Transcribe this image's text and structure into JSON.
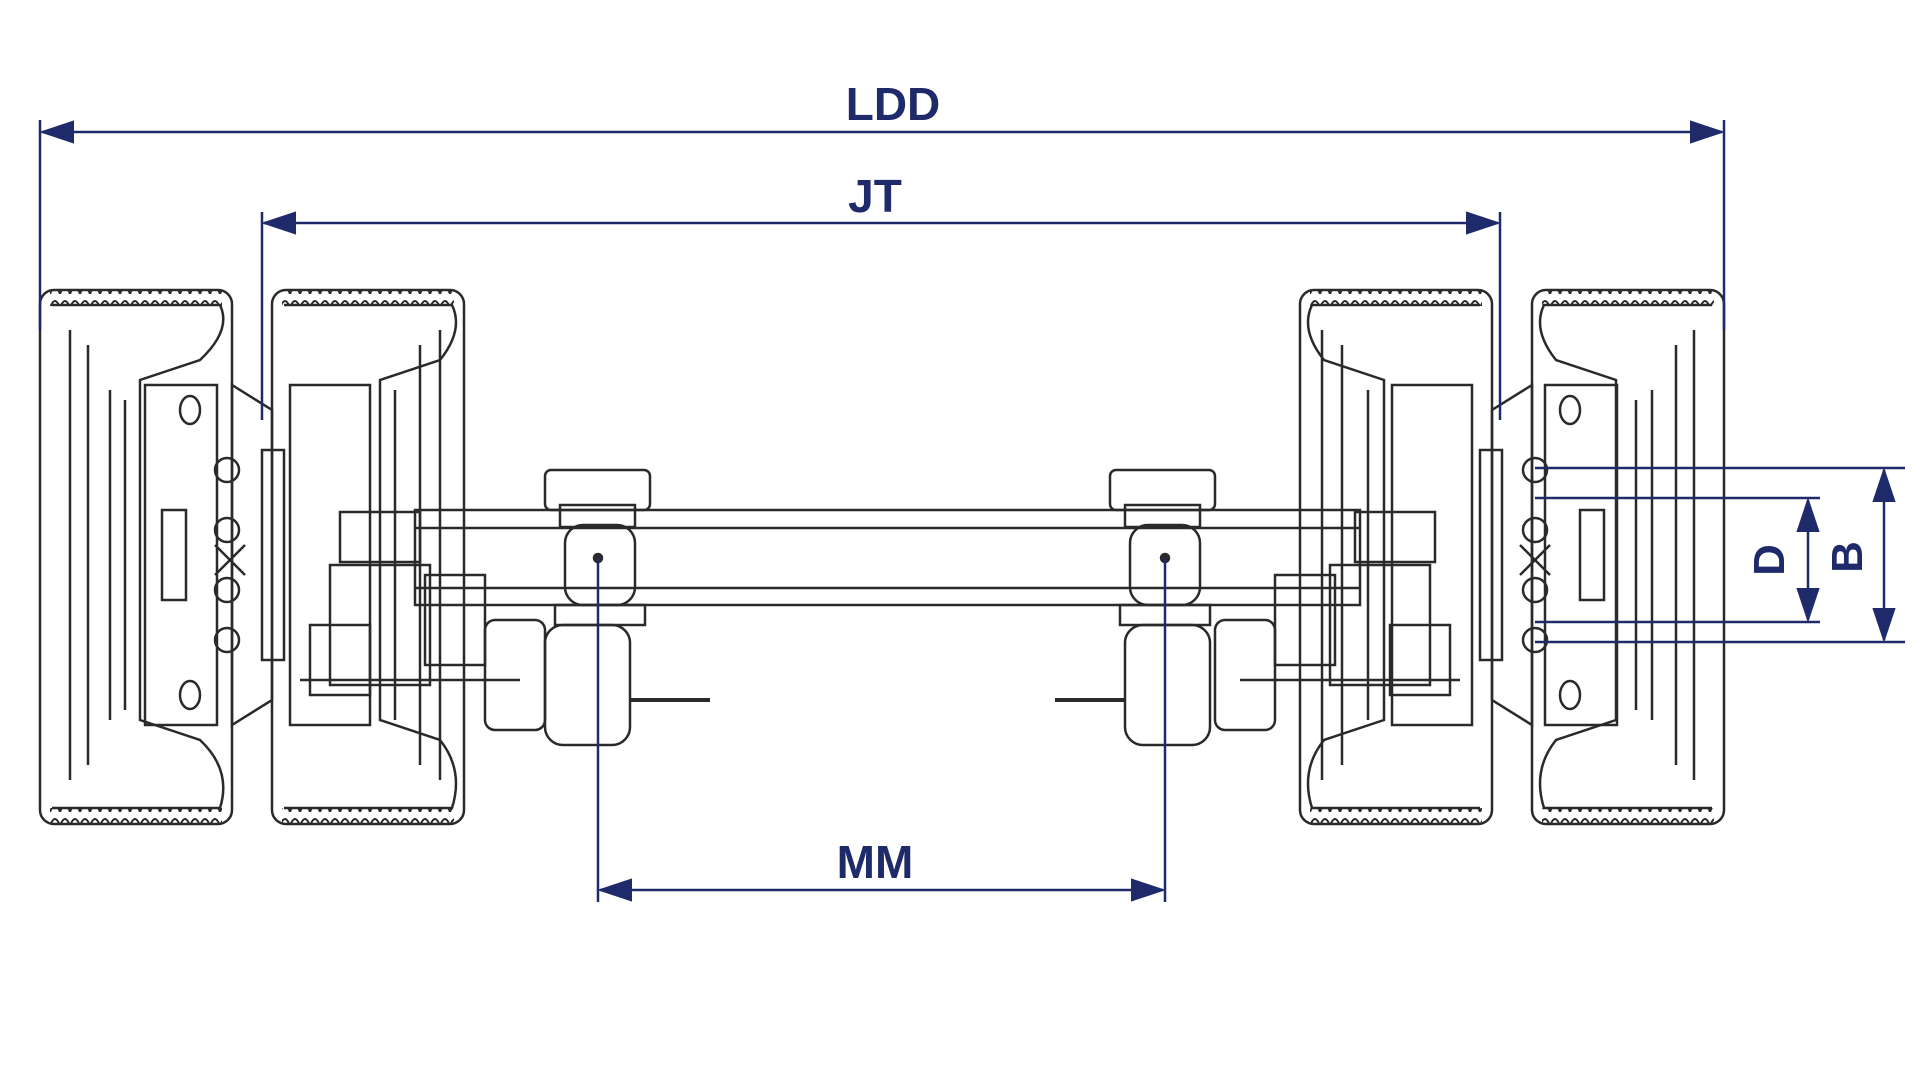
{
  "diagram": {
    "labels": {
      "overall_width": "LDD",
      "track_width": "JT",
      "spring_centers": "MM",
      "stud_circle_inner": "D",
      "stud_circle_outer": "B"
    },
    "colors": {
      "dimension": "#1f2a6b",
      "drawing": "#2a2a2a",
      "background": "#ffffff"
    }
  }
}
